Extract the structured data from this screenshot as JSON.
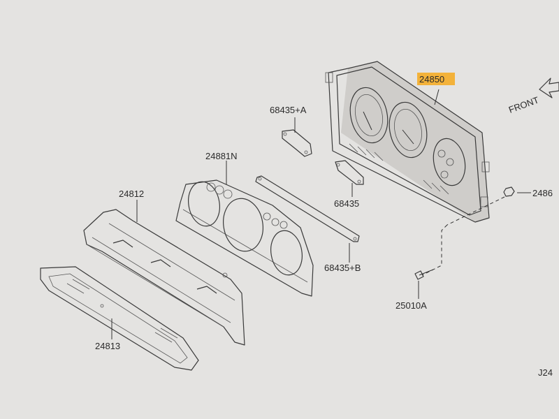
{
  "parts": {
    "p24850": "24850",
    "p24881N": "24881N",
    "p24812": "24812",
    "p24813": "24813",
    "p68435A": "68435+A",
    "p68435": "68435",
    "p68435B": "68435+B",
    "p25010A": "25010A",
    "p2486": "2486"
  },
  "front_label": "FRONT",
  "figure_code": "J24",
  "colors": {
    "highlight": "#f3b23a",
    "background": "#e4e3e1",
    "ink": "#2a2a2a"
  }
}
